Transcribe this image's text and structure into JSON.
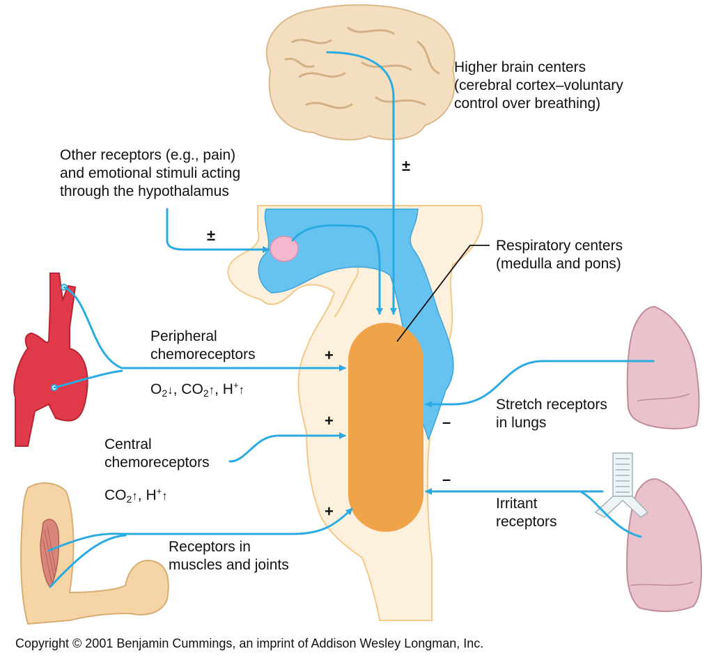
{
  "labels": {
    "higher_brain": [
      "Higher brain centers",
      "(cerebral cortex–voluntary",
      "control over breathing)"
    ],
    "other_receptors": [
      "Other receptors (e.g., pain)",
      "and emotional stimuli acting",
      "through the hypothalamus"
    ],
    "respiratory_centers": [
      "Respiratory centers",
      "(medulla and pons)"
    ],
    "peripheral": [
      "Peripheral",
      "chemoreceptors"
    ],
    "peripheral_formula": {
      "o": "O",
      "o_sub": "2",
      "o_arrow": "↓",
      "co": ", CO",
      "co_sub": "2",
      "co_arrow": "↑",
      "h": ", H",
      "h_sup": "+",
      "h_arrow": "↑"
    },
    "central": [
      "Central",
      "chemoreceptors"
    ],
    "central_formula": {
      "co": "CO",
      "co_sub": "2",
      "co_arrow": "↑",
      "h": ", H",
      "h_sup": "+",
      "h_arrow": "↑"
    },
    "muscles": [
      "Receptors in",
      "muscles and joints"
    ],
    "stretch": [
      "Stretch receptors",
      "in lungs"
    ],
    "irritant": [
      "Irritant",
      "receptors"
    ]
  },
  "signs": {
    "higher_brain": "±",
    "hypothalamus": "±",
    "peripheral": "+",
    "central": "+",
    "muscles": "+",
    "stretch": "–",
    "irritant": "–"
  },
  "copyright": "Copyright © 2001 Benjamin Cummings, an imprint of Addison Wesley Longman, Inc.",
  "colors": {
    "nerve": "#29abe2",
    "ventricle": "#66c2ee",
    "brainstem": "#fdf0dd",
    "brainstem_outline": "#f2c98a",
    "center": "#f0a44a",
    "hypothalamus": "#f3b8d0",
    "lung": "#e9c2cc",
    "aorta": "#e03a4a",
    "brain": "#f3dec0",
    "arm": "#f5d4a5"
  }
}
